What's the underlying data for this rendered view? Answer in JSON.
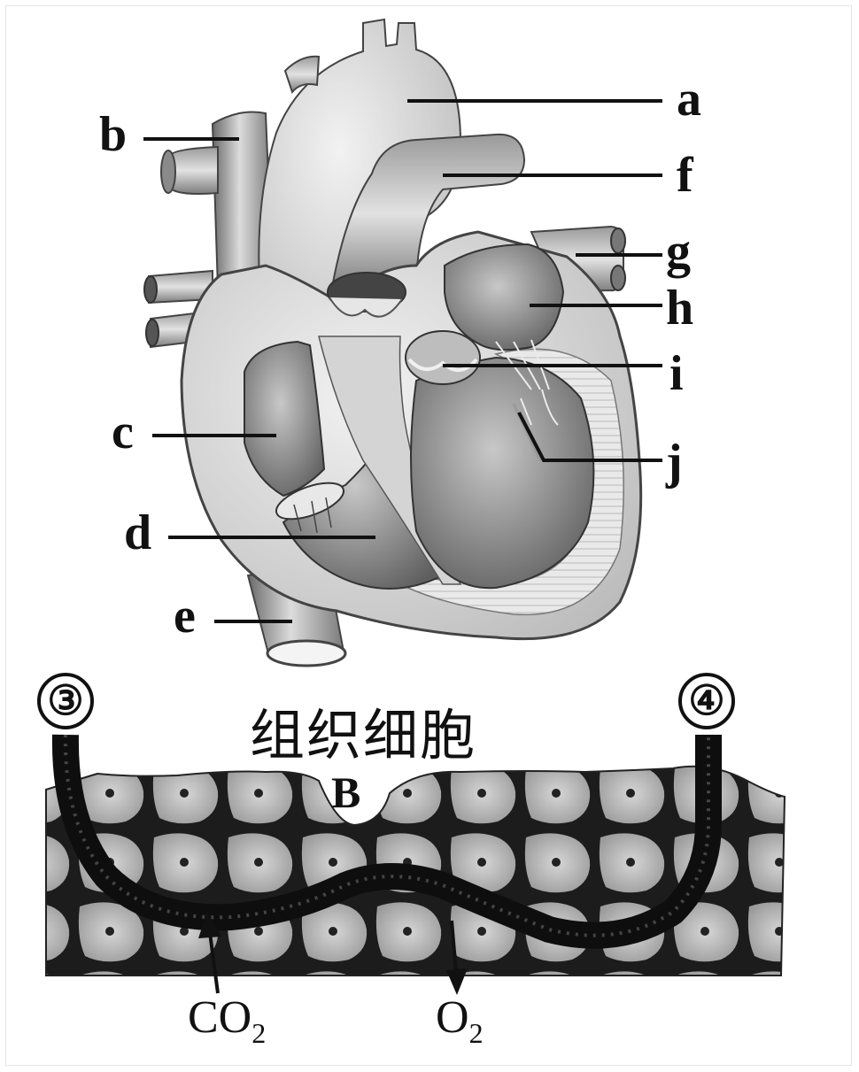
{
  "heart_labels": [
    "a",
    "b",
    "c",
    "d",
    "e",
    "f",
    "g",
    "h",
    "i",
    "j"
  ],
  "capillary": {
    "left_marker": "③",
    "right_marker": "④",
    "tissue_title": "组织细胞",
    "region_label": "B",
    "gas_out": {
      "text": "CO",
      "sub": "2"
    },
    "gas_in": {
      "text": "O",
      "sub": "2"
    }
  }
}
